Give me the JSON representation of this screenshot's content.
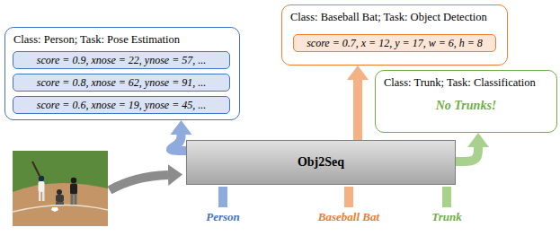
{
  "diagram": {
    "nodes": [
      {
        "text": [
          "Class: Person; Task: Pose Estimation"
        ]
      },
      {
        "text": [
          "score = 0.9, xnose = 22, ynose = 57, ..."
        ],
        "in": 0
      },
      {
        "text": [
          "score = 0.8, xnose = 62, ynose = 91, ..."
        ],
        "in": 0
      },
      {
        "text": [
          "score = 0.6, xnose = 19, ynose = 45, ..."
        ],
        "in": 0
      },
      {
        "text": [
          "Class: Baseball Bat; Task: Object Detection"
        ]
      },
      {
        "text": [
          "score = 0.7, x = 12, y = 17, w = 6, h = 8"
        ],
        "in": 4
      },
      {
        "text": [
          "Class: Trunk; Task: Classification",
          "No Trunks!"
        ]
      },
      {
        "text": [
          "Obj2Seq"
        ]
      }
    ],
    "edges": [
      {
        "from": 7,
        "to": 0,
        "arrow": "to",
        "label": "Person"
      },
      {
        "from": 7,
        "to": 4,
        "arrow": "to",
        "label": "Baseball Bat"
      },
      {
        "from": 7,
        "to": 6,
        "arrow": "to",
        "label": "Trunk"
      }
    ]
  }
}
